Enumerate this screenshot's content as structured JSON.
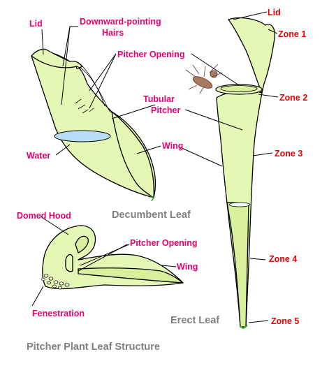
{
  "colors": {
    "pink_label": "#e8006e",
    "red_label": "#e80000",
    "caption": "#808080",
    "leaf_fill": "#e4f7b4",
    "water_fill": "#b8def7",
    "insect_fill": "#a87a62"
  },
  "decumbent_leaf": {
    "caption": "Decumbent Leaf",
    "labels": {
      "lid": "Lid",
      "hairs_line1": "Downward-pointing",
      "hairs_line2": "Hairs",
      "opening": "Pitcher Opening",
      "tubular_line1": "Tubular",
      "tubular_line2": "Pitcher",
      "water": "Water",
      "wing": "Wing"
    }
  },
  "erect_leaf": {
    "caption": "Erect Leaf",
    "labels": {
      "lid": "Lid",
      "zone1": "Zone 1",
      "zone2": "Zone 2",
      "zone3": "Zone 3",
      "zone4": "Zone 4",
      "zone5": "Zone 5"
    }
  },
  "hooded_leaf": {
    "labels": {
      "domed_hood": "Domed Hood",
      "opening": "Pitcher Opening",
      "wing": "Wing",
      "fenestration": "Fenestration"
    }
  },
  "title": "Pitcher Plant Leaf Structure"
}
